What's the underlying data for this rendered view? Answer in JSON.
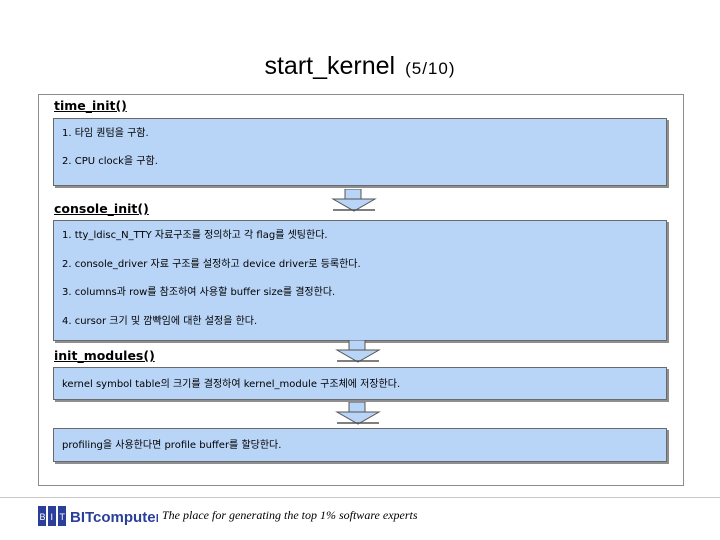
{
  "slide": {
    "title": "start_kernel",
    "page_number": "(5/10)"
  },
  "sections": [
    {
      "label": "time_init()",
      "lines": [
        "1. 타임 퀀텀을 구함.",
        "2. CPU clock을 구함."
      ]
    },
    {
      "label": "console_init()",
      "lines": [
        "1. tty_ldisc_N_TTY 자료구조를 정의하고 각 flag를 셋팅한다.",
        "2. console_driver 자료 구조를 설정하고 device driver로 등록한다.",
        "3. columns과 row를 참조하여 사용할 buffer size를 결정한다.",
        "4. cursor 크기 및 깜빡임에 대한 설정을 한다."
      ]
    },
    {
      "label": "init_modules()",
      "lines": [
        "kernel symbol table의 크기를 결정하여 kernel_module 구조체에 저장한다."
      ]
    },
    {
      "label": "",
      "lines": [
        "profiling을 사용한다면 profile buffer를 할당한다."
      ]
    }
  ],
  "footer": {
    "logo_text": "BITcomputer",
    "logo_letters": [
      "B",
      "I",
      "T"
    ],
    "tagline": "The place for generating the top 1% software experts"
  },
  "colors": {
    "box_fill": "#b8d4f6",
    "box_border": "#6a6a6a",
    "arrow_fill": "#b8d4f6",
    "logo_blue": "#2a3f9a"
  },
  "icons": [
    "down-arrow-icon",
    "bit-logo-icon"
  ]
}
